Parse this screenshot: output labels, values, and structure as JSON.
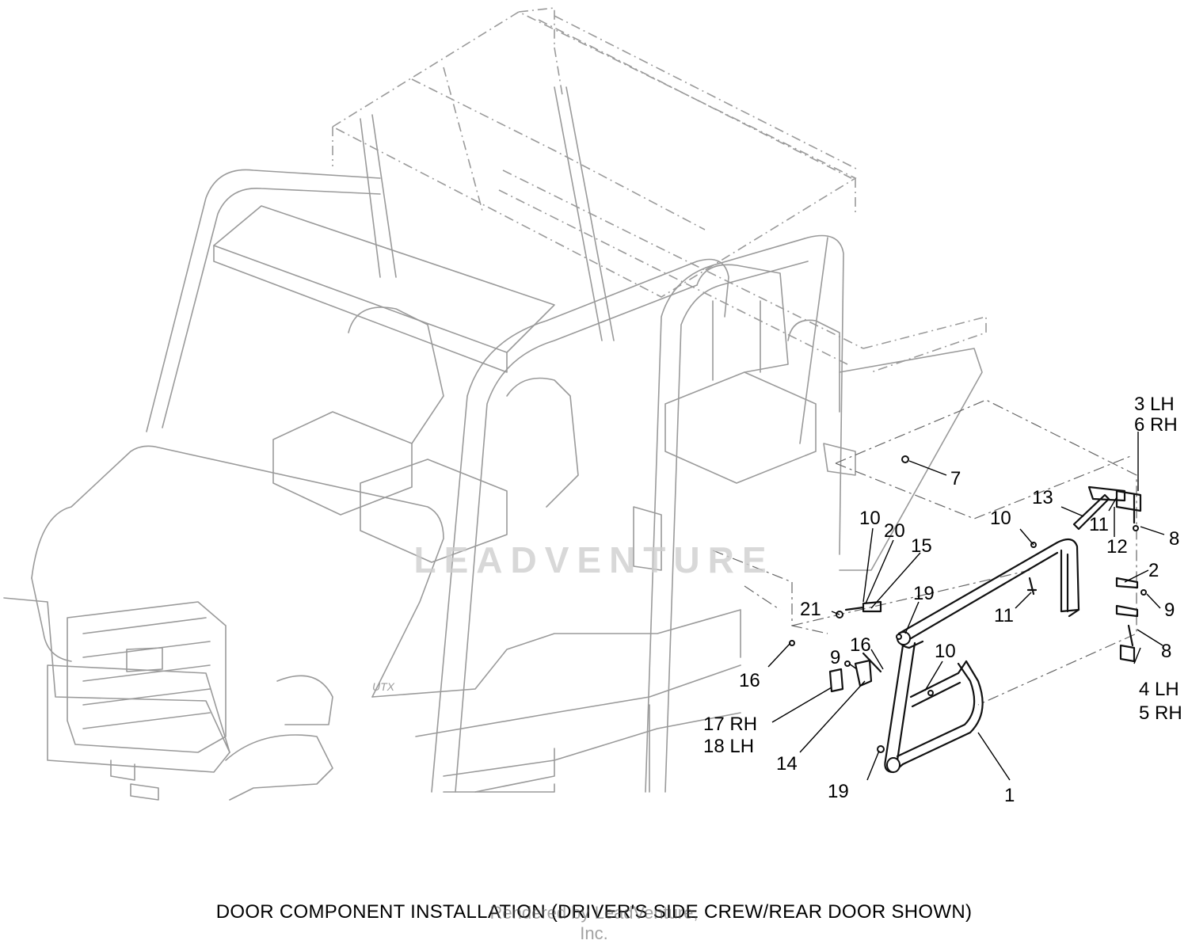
{
  "caption": "DOOR COMPONENT INSTALLATION (DRIVER'S SIDE CREW/REAR DOOR SHOWN)",
  "watermark": "Rendered by LeadVenture, Inc.",
  "brand_watermark": "LEADVENTURE",
  "vehicle_badge": "UTX",
  "callouts": {
    "c1": "1",
    "c2": "2",
    "c3": "3 LH",
    "c6": "6 RH",
    "c4": "4 LH",
    "c5": "5 RH",
    "c7": "7",
    "c8a": "8",
    "c8b": "8",
    "c9a": "9",
    "c9b": "9",
    "c10a": "10",
    "c10b": "10",
    "c10c": "10",
    "c11a": "11",
    "c11b": "11",
    "c12": "12",
    "c13": "13",
    "c14": "14",
    "c15": "15",
    "c16a": "16",
    "c16b": "16",
    "c17": "17 RH",
    "c18": "18 LH",
    "c19a": "19",
    "c19b": "19",
    "c20": "20",
    "c21": "21"
  }
}
